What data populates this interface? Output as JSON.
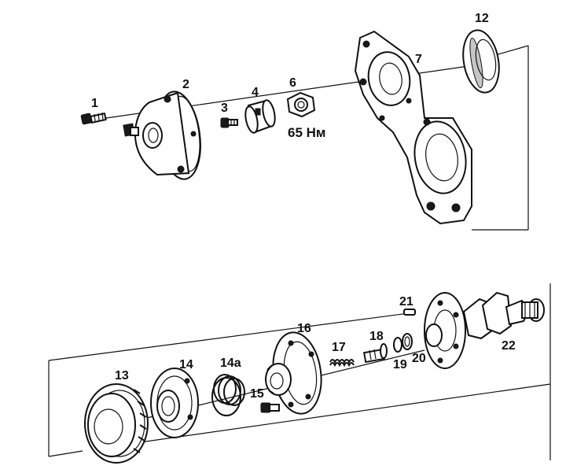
{
  "diagram": {
    "labels": {
      "p1": "1",
      "p2": "2",
      "p3": "3",
      "p4": "4",
      "p6": "6",
      "p7": "7",
      "p12": "12",
      "torque": "65 Нм",
      "p13": "13",
      "p14": "14",
      "p14a": "14a",
      "p15": "15",
      "p16": "16",
      "p17": "17",
      "p18": "18",
      "p19": "19",
      "p20": "20",
      "p21": "21",
      "p22": "22"
    }
  }
}
